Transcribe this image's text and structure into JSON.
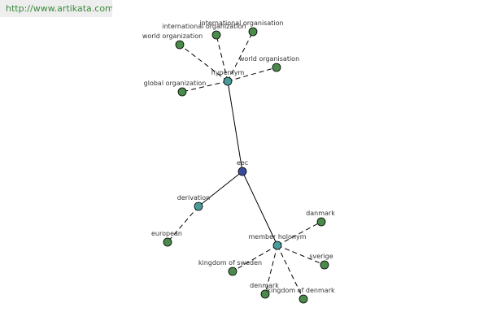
{
  "header": {
    "url": "http://www.artikata.com"
  },
  "colors": {
    "root": "#3a4a9a",
    "relation": "#4a9a9a",
    "leaf": "#4a8a4a"
  },
  "graph": {
    "nodes": [
      {
        "id": "eec",
        "label": "eec",
        "kind": "root",
        "icon": "graph-node-icon"
      },
      {
        "id": "hypernym",
        "label": "hypernym",
        "kind": "relation",
        "icon": "graph-node-icon"
      },
      {
        "id": "derivation",
        "label": "derivation",
        "kind": "relation",
        "icon": "graph-node-icon"
      },
      {
        "id": "member_holonym",
        "label": "member holonym",
        "kind": "relation",
        "icon": "graph-node-icon"
      },
      {
        "id": "world_organization",
        "label": "world organization",
        "kind": "leaf",
        "icon": "graph-node-icon"
      },
      {
        "id": "international_organization",
        "label": "international organization",
        "kind": "leaf",
        "icon": "graph-node-icon"
      },
      {
        "id": "international_organisation",
        "label": "international organisation",
        "kind": "leaf",
        "icon": "graph-node-icon"
      },
      {
        "id": "world_organisation",
        "label": "world organisation",
        "kind": "leaf",
        "icon": "graph-node-icon"
      },
      {
        "id": "global_organization",
        "label": "global organization",
        "kind": "leaf",
        "icon": "graph-node-icon"
      },
      {
        "id": "european",
        "label": "european",
        "kind": "leaf",
        "icon": "graph-node-icon"
      },
      {
        "id": "danmark",
        "label": "danmark",
        "kind": "leaf",
        "icon": "graph-node-icon"
      },
      {
        "id": "kingdom_of_sweden",
        "label": "kingdom of sweden",
        "kind": "leaf",
        "icon": "graph-node-icon"
      },
      {
        "id": "sverige",
        "label": "sverige",
        "kind": "leaf",
        "icon": "graph-node-icon"
      },
      {
        "id": "denmark",
        "label": "denmark",
        "kind": "leaf",
        "icon": "graph-node-icon"
      },
      {
        "id": "kingdom_of_denmark",
        "label": "kingdom of denmark",
        "kind": "leaf",
        "icon": "graph-node-icon"
      }
    ],
    "edges": [
      {
        "from": "eec",
        "to": "hypernym",
        "style": "solid"
      },
      {
        "from": "eec",
        "to": "derivation",
        "style": "solid"
      },
      {
        "from": "eec",
        "to": "member_holonym",
        "style": "solid"
      },
      {
        "from": "hypernym",
        "to": "world_organization",
        "style": "dashed"
      },
      {
        "from": "hypernym",
        "to": "international_organization",
        "style": "dashed"
      },
      {
        "from": "hypernym",
        "to": "international_organisation",
        "style": "dashed"
      },
      {
        "from": "hypernym",
        "to": "world_organisation",
        "style": "dashed"
      },
      {
        "from": "hypernym",
        "to": "global_organization",
        "style": "dashed"
      },
      {
        "from": "derivation",
        "to": "european",
        "style": "dashed"
      },
      {
        "from": "member_holonym",
        "to": "danmark",
        "style": "dashed"
      },
      {
        "from": "member_holonym",
        "to": "kingdom_of_sweden",
        "style": "dashed"
      },
      {
        "from": "member_holonym",
        "to": "sverige",
        "style": "dashed"
      },
      {
        "from": "member_holonym",
        "to": "denmark",
        "style": "dashed"
      },
      {
        "from": "member_holonym",
        "to": "kingdom_of_denmark",
        "style": "dashed"
      }
    ]
  }
}
